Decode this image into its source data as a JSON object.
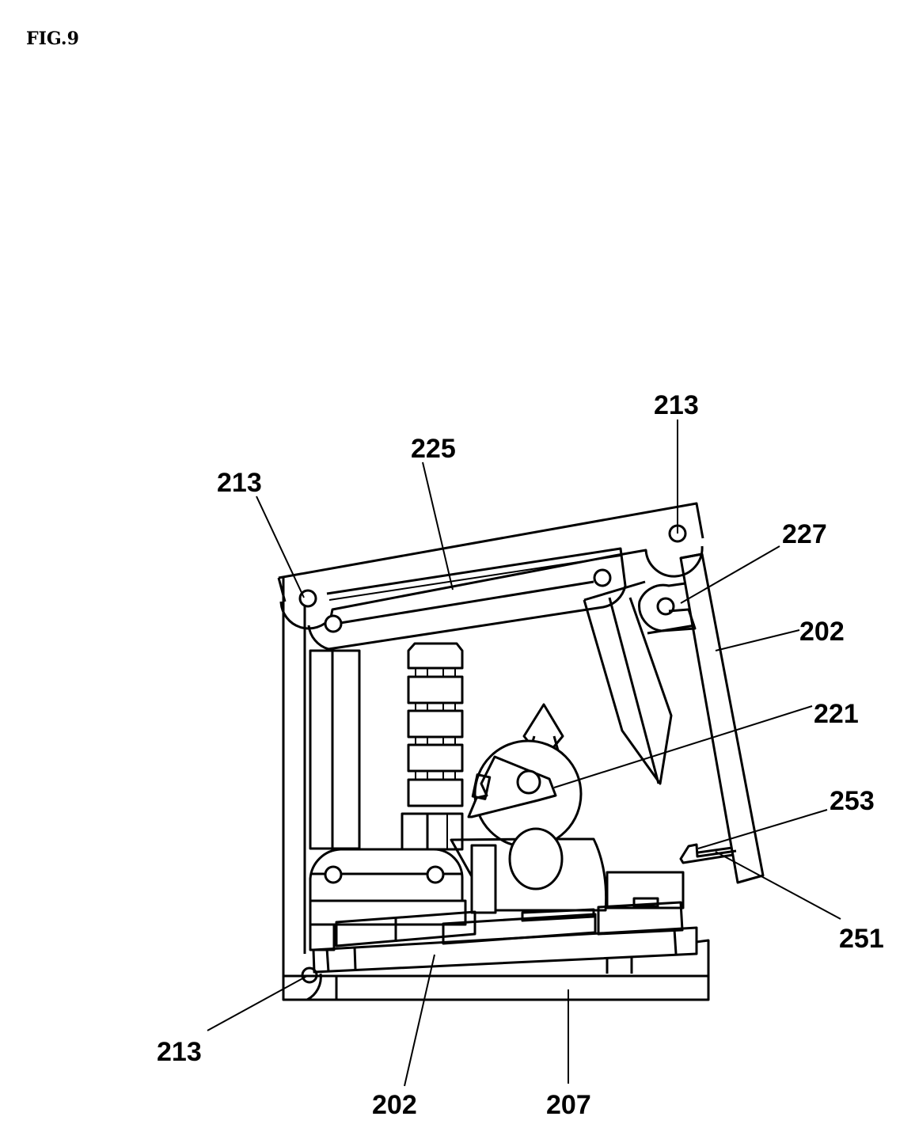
{
  "figure": {
    "title": "FIG.9"
  },
  "labels": {
    "l213_top_right": "213",
    "l213_top_left": "213",
    "l213_bottom": "213",
    "l225": "225",
    "l227": "227",
    "l202_right": "202",
    "l221": "221",
    "l253": "253",
    "l251": "251",
    "l202_bottom": "202",
    "l207": "207"
  }
}
